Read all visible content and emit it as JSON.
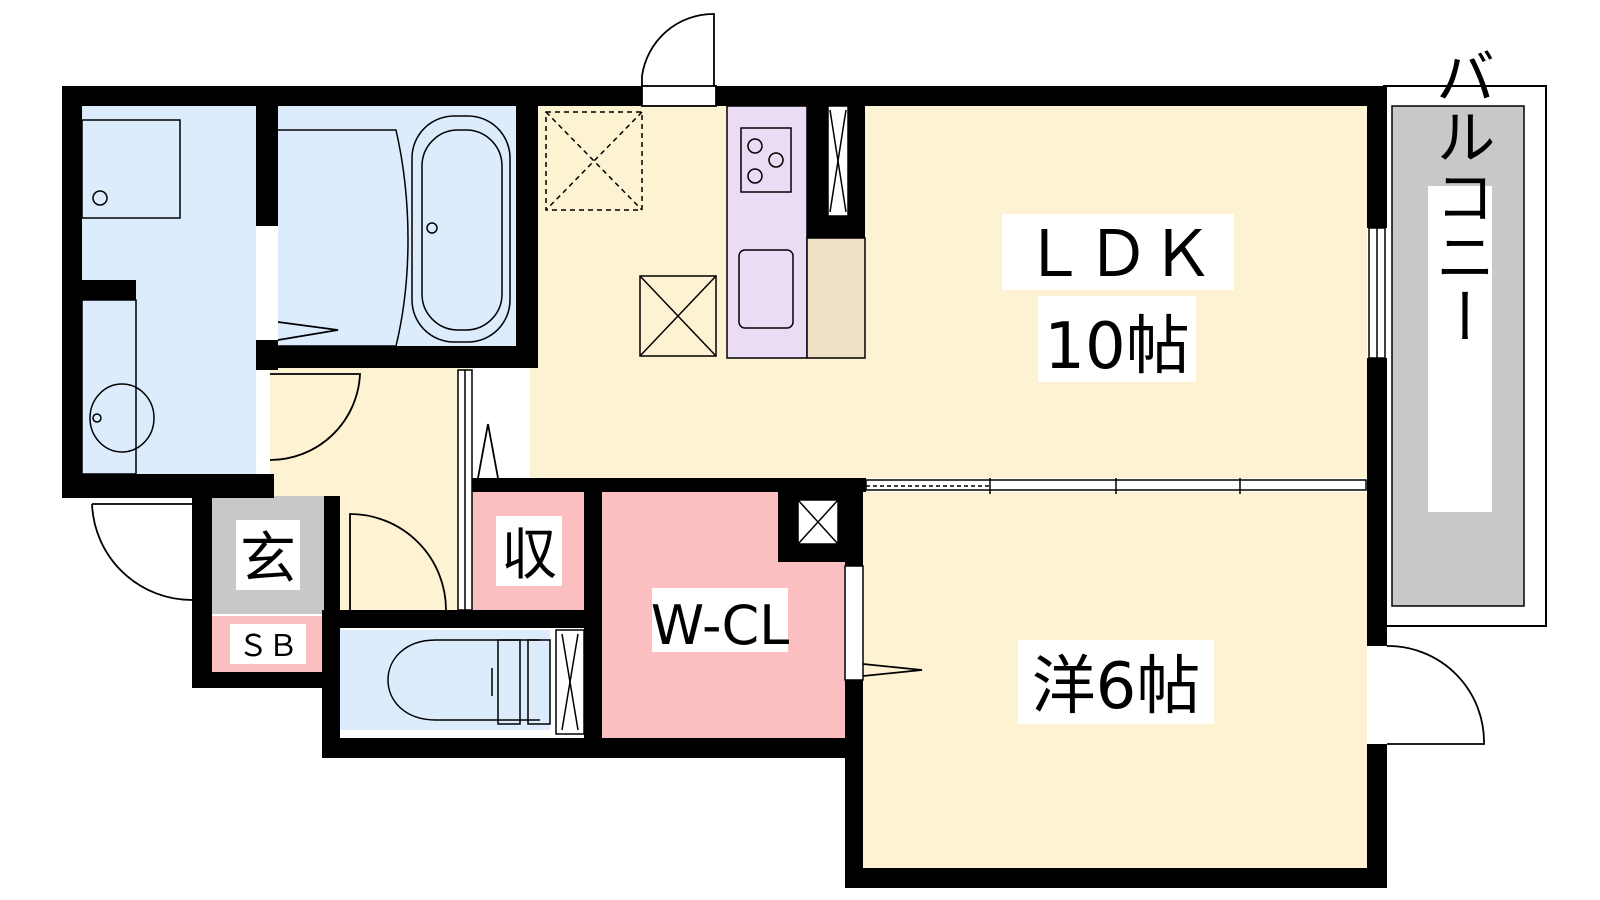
{
  "rooms": {
    "ldk": {
      "name": "ＬＤＫ",
      "size": "10帖"
    },
    "western": {
      "name": "洋6帖"
    },
    "walk_in_closet": {
      "name": "W-CL"
    },
    "storage": {
      "name": "収"
    },
    "entrance": {
      "name": "玄"
    },
    "shoe_box": {
      "name": "ＳＢ"
    },
    "balcony": {
      "name": "バルコニー"
    }
  },
  "colors": {
    "wall": "#000000",
    "wet_area": "#dcecfd",
    "living": "#fdf3d3",
    "closet": "#fbbfc2",
    "kitchen": "#eadcf4",
    "counter": "#efe0c6",
    "balcony": "#c8c8c8",
    "entrance": "#c8c8c8",
    "shoe_box": "#fbbfc2"
  }
}
